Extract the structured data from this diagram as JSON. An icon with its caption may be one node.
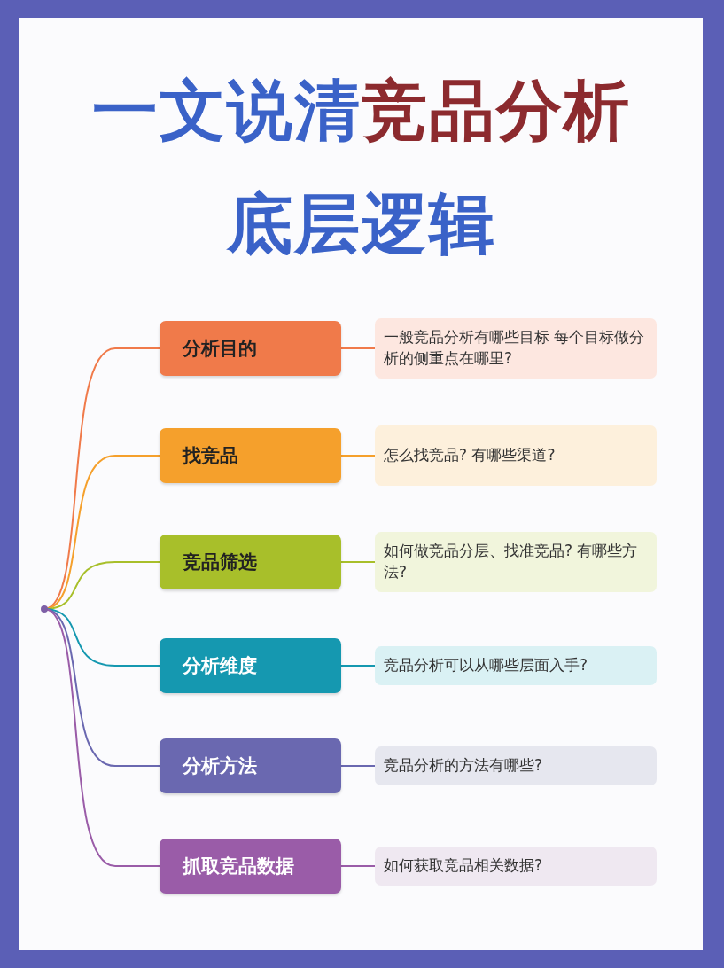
{
  "diagram": {
    "title": "一文说清竞品分析底层逻辑",
    "nodes": [
      {
        "text": [],
        "shape": "circle"
      },
      {
        "text": [
          "分析目的"
        ]
      },
      {
        "text": [
          "一般竞品分析有哪些目标 每个目标做分析的侧重点在哪里?"
        ]
      },
      {
        "text": [
          "找竞品"
        ]
      },
      {
        "text": [
          "怎么找竞品? 有哪些渠道?"
        ]
      },
      {
        "text": [
          "竞品筛选"
        ]
      },
      {
        "text": [
          "如何做竞品分层、找准竞品? 有哪些方法?"
        ]
      },
      {
        "text": [
          "分析维度"
        ]
      },
      {
        "text": [
          "竞品分析可以从哪些层面入手?"
        ]
      },
      {
        "text": [
          "分析方法"
        ]
      },
      {
        "text": [
          "竞品分析的方法有哪些?"
        ]
      },
      {
        "text": [
          "抓取竞品数据"
        ]
      },
      {
        "text": [
          "如何获取竞品相关数据?"
        ]
      }
    ],
    "edges": [
      {
        "from": 0,
        "to": 1,
        "arrow": "none",
        "color": "#f07a4a"
      },
      {
        "from": 1,
        "to": 2,
        "arrow": "none",
        "color": "#f07a4a"
      },
      {
        "from": 0,
        "to": 3,
        "arrow": "none",
        "color": "#f5a02c"
      },
      {
        "from": 3,
        "to": 4,
        "arrow": "none",
        "color": "#f5a02c"
      },
      {
        "from": 0,
        "to": 5,
        "arrow": "none",
        "color": "#a8bf2a"
      },
      {
        "from": 5,
        "to": 6,
        "arrow": "none",
        "color": "#a8bf2a"
      },
      {
        "from": 0,
        "to": 7,
        "arrow": "none",
        "color": "#1598b0"
      },
      {
        "from": 7,
        "to": 8,
        "arrow": "none",
        "color": "#1598b0"
      },
      {
        "from": 0,
        "to": 9,
        "arrow": "none",
        "color": "#6a68b0"
      },
      {
        "from": 9,
        "to": 10,
        "arrow": "none",
        "color": "#6a68b0"
      },
      {
        "from": 0,
        "to": 11,
        "arrow": "none",
        "color": "#9a5ca8"
      },
      {
        "from": 11,
        "to": 12,
        "arrow": "none",
        "color": "#9a5ca8"
      }
    ]
  }
}
